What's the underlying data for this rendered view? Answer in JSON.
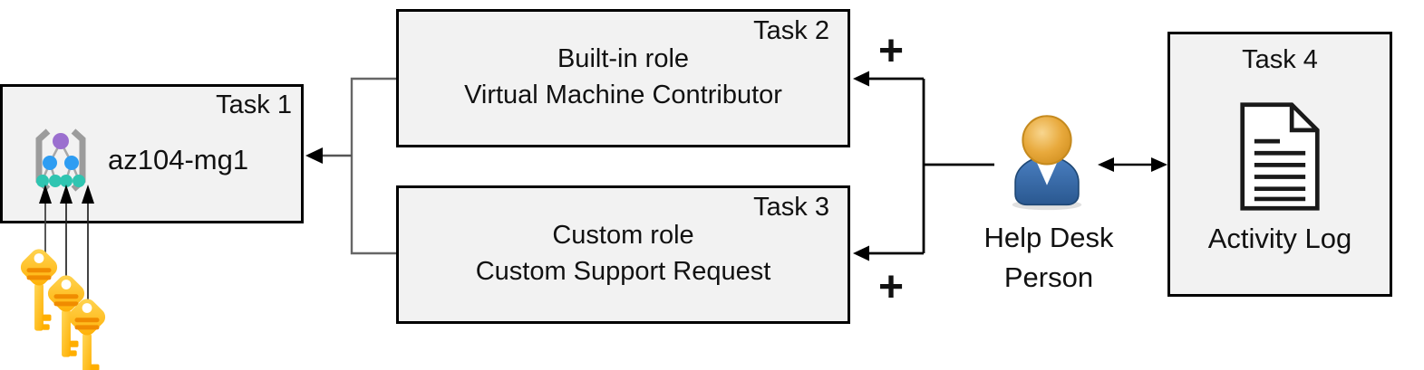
{
  "boxes": {
    "task1": {
      "badge": "Task 1",
      "label": "az104-mg1",
      "icon": "management-group-icon"
    },
    "task2": {
      "badge": "Task 2",
      "lines": [
        "Built-in role",
        "Virtual Machine Contributor"
      ]
    },
    "task3": {
      "badge": "Task 3",
      "lines": [
        "Custom role",
        "Custom Support Request"
      ]
    },
    "task4": {
      "badge": "Task 4",
      "label": "Activity Log",
      "icon": "document-icon"
    }
  },
  "actor": {
    "icon": "help-desk-person-icon",
    "label_line1": "Help Desk",
    "label_line2": "Person"
  },
  "annotations": {
    "plus_top": "+",
    "plus_bottom": "+"
  },
  "keys": {
    "icon": "key-icon",
    "count": 3
  },
  "colors": {
    "background": "#ffffff",
    "box_fill": "#f2f2f2",
    "box_border": "#000000",
    "connector_left": "#666666",
    "connector_right": "#000000",
    "key_yellow": "#ffd758",
    "key_orange": "#ffae00",
    "key_stripe": "#f08c00",
    "person_head": "#e8a93c",
    "person_body": "#35689f",
    "mg_purple": "#9b6fcf",
    "mg_blue": "#2e9df2",
    "mg_teal": "#2fc5b1",
    "mg_bracket": "#9c9c9c"
  }
}
